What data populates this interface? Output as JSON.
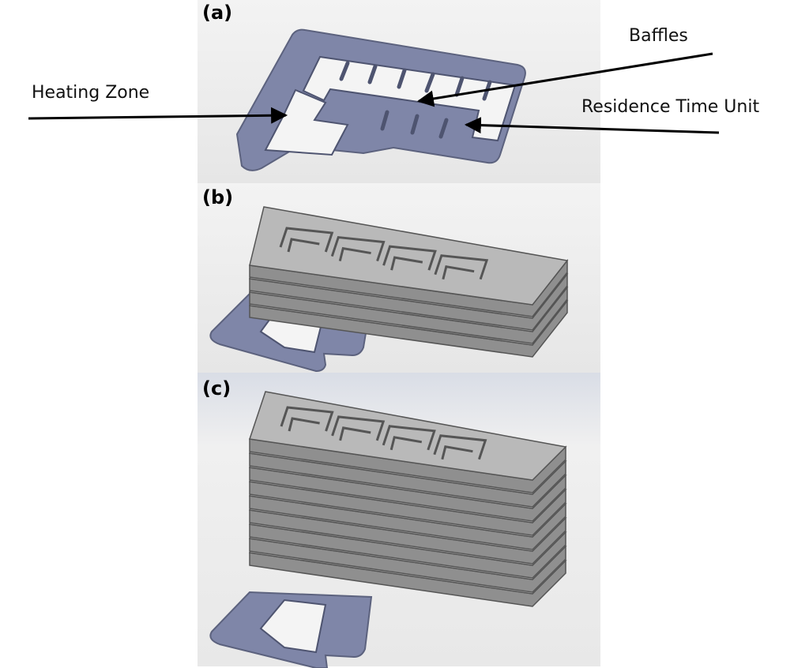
{
  "panels": [
    {
      "id": "a",
      "label": "(a)"
    },
    {
      "id": "b",
      "label": "(b)"
    },
    {
      "id": "c",
      "label": "(c)"
    }
  ],
  "annotations": {
    "heating_zone": "Heating Zone",
    "baffles": "Baffles",
    "residence_time_unit": "Residence Time Unit"
  },
  "colors": {
    "base_plate": "#7f86a8",
    "base_plate_edge": "#5c627e",
    "stack_top": "#b9b9b9",
    "stack_side": "#8f8f8f",
    "channel": "#f4f4f4",
    "panel_background": "#efefef",
    "arrow": "#000000"
  },
  "stack_layers": {
    "b": 4,
    "c": 9
  }
}
